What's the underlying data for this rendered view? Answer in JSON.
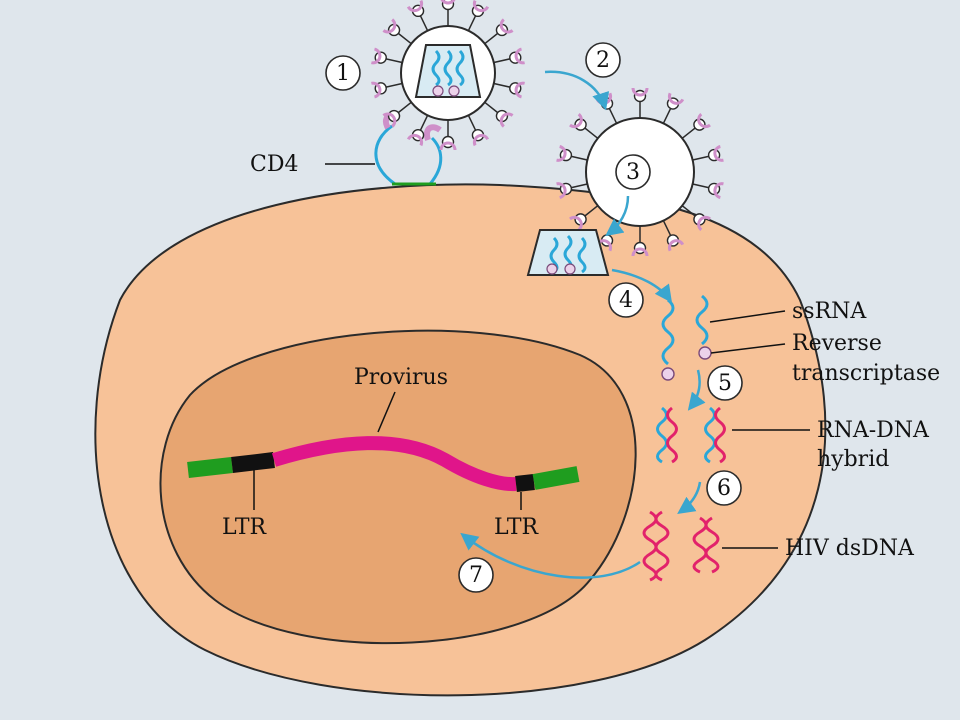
{
  "diagram": {
    "labels": {
      "cd4": "CD4",
      "ssrna": "ssRNA",
      "reverse_line1": "Reverse",
      "reverse_line2": "transcriptase",
      "hybrid_line1": "RNA-DNA",
      "hybrid_line2": "hybrid",
      "dsdna": "HIV dsDNA",
      "provirus": "Provirus",
      "ltr_left": "LTR",
      "ltr_right": "LTR"
    },
    "steps": [
      "1",
      "2",
      "3",
      "4",
      "5",
      "6",
      "7"
    ],
    "colors": {
      "background": "#dfe6ec",
      "cell": "#f7c298",
      "nucleus": "#e7a571",
      "rna": "#2aa7d8",
      "dna": "#e2226b",
      "provirus": "#e0158a",
      "ltr": "#111111",
      "flank": "#1f9d1f",
      "enzyme": "#cf8fc9",
      "arrow": "#3aa6cf"
    }
  }
}
